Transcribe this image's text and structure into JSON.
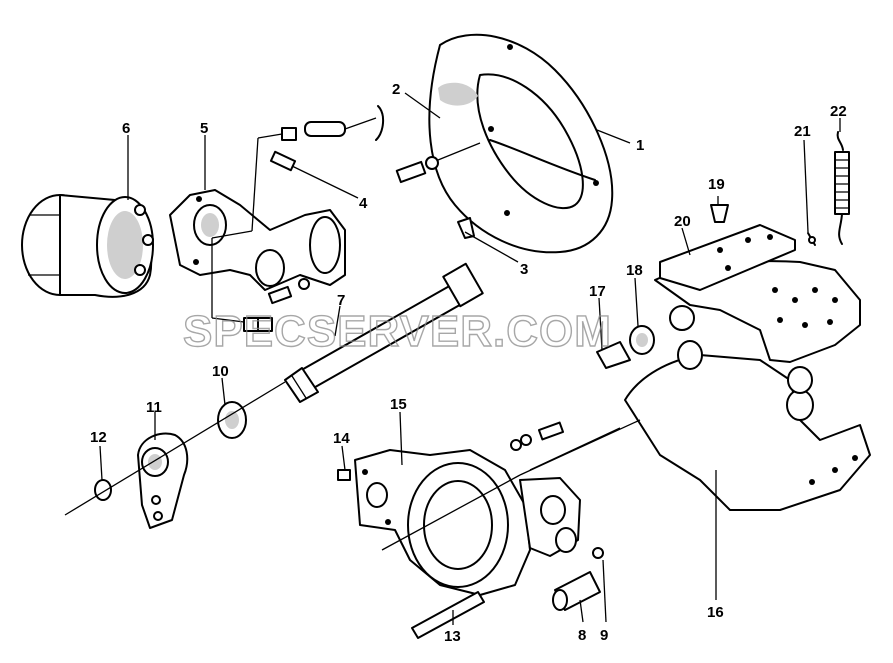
{
  "watermark": "SPECSERVER.COM",
  "callouts": [
    {
      "id": "1",
      "part": "1"
    },
    {
      "id": "2",
      "part": "2"
    },
    {
      "id": "3",
      "part": "3"
    },
    {
      "id": "4",
      "part": "4"
    },
    {
      "id": "5",
      "part": "5"
    },
    {
      "id": "6",
      "part": "6"
    },
    {
      "id": "7",
      "part": "7"
    },
    {
      "id": "8",
      "part": "8"
    },
    {
      "id": "9",
      "part": "9"
    },
    {
      "id": "10",
      "part": "10"
    },
    {
      "id": "11",
      "part": "11"
    },
    {
      "id": "12",
      "part": "12"
    },
    {
      "id": "13",
      "part": "13"
    },
    {
      "id": "14",
      "part": "14"
    },
    {
      "id": "15",
      "part": "15"
    },
    {
      "id": "16",
      "part": "16"
    },
    {
      "id": "17",
      "part": "17"
    },
    {
      "id": "18",
      "part": "18"
    },
    {
      "id": "19",
      "part": "19"
    },
    {
      "id": "20",
      "part": "20"
    },
    {
      "id": "21",
      "part": "21"
    },
    {
      "id": "22",
      "part": "22"
    }
  ]
}
